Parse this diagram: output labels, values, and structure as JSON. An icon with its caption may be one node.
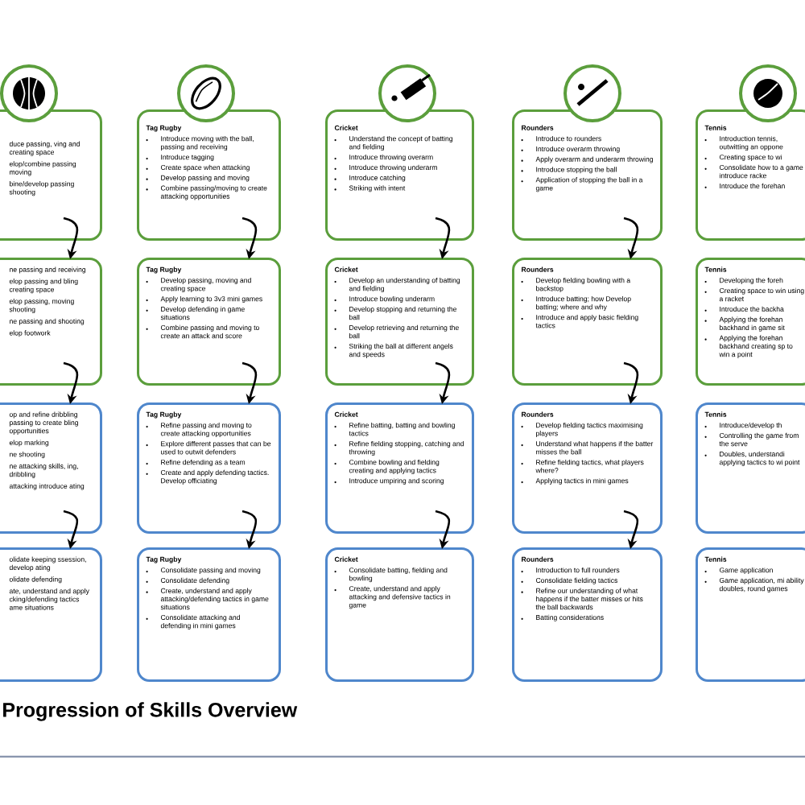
{
  "diagram": {
    "title": "Progression of Skills Overview",
    "nodes": [
      {
        "text": [
          "duce passing, ving and creating space",
          "elop/combine passing moving",
          "bine/develop passing shooting"
        ]
      },
      {
        "text": [
          "Tag Rugby",
          "Introduce moving with the ball, passing and receiving",
          "Introduce tagging",
          "Create space when attacking",
          "Develop passing and moving",
          "Combine passing/moving to create attacking opportunities"
        ]
      },
      {
        "text": [
          "Cricket",
          "Understand the concept of batting and fielding",
          "Introduce throwing overarm",
          "Introduce throwing underarm",
          "Introduce catching",
          "Striking with intent"
        ]
      },
      {
        "text": [
          "Rounders",
          "Introduce to rounders",
          "Introduce overarm throwing",
          "Apply overarm and underarm throwing",
          "Introduce stopping the ball",
          "Application of stopping the ball in a game"
        ]
      },
      {
        "text": [
          "Tennis",
          "Introduction tennis, outwitting an oppone",
          "Creating space to wi",
          "Consolidate how to a game introduce racke",
          "Introduce the forehan"
        ]
      },
      {
        "text": [
          "ne passing and receiving",
          "elop passing and bling creating space",
          "elop passing, moving shooting",
          "ne passing and shooting",
          "elop footwork"
        ]
      },
      {
        "text": [
          "Tag Rugby",
          "Develop passing, moving and creating space",
          "Apply learning to 3v3 mini games",
          "Develop defending in game situations",
          "Combine passing and moving to create an attack and score"
        ]
      },
      {
        "text": [
          "Cricket",
          "Develop an understanding of batting and fielding",
          "Introduce bowling underarm",
          "Develop stopping and returning the ball",
          "Develop retrieving and returning the ball",
          "Striking the ball at different angels and speeds"
        ]
      },
      {
        "text": [
          "Rounders",
          "Develop fielding bowling with a backstop",
          "Introduce batting; how Develop batting; where and why",
          "Introduce and apply basic fielding tactics"
        ]
      },
      {
        "text": [
          "Tennis",
          "Developing the foreh",
          "Creating space to win using a racket",
          "Introduce the backha",
          "Applying the forehan backhand in game sit",
          "Applying the forehan backhand creating sp to win a point"
        ]
      },
      {
        "text": [
          "op and refine dribbling passing to create bling opportunities",
          "elop marking",
          "ne shooting",
          "ne attacking skills, ing, dribbling",
          "attacking introduce ating"
        ]
      },
      {
        "text": [
          "Tag Rugby",
          "Refine passing and moving to create attacking opportunities",
          "Explore different passes that can be used to outwit defenders",
          "Refine defending as a team",
          "Create and apply defending tactics. Develop officiating"
        ]
      },
      {
        "text": [
          "Cricket",
          "Refine batting, batting and bowling tactics",
          "Refine fielding stopping, catching and throwing",
          "Combine bowling and fielding creating and applying tactics",
          "Introduce umpiring and scoring"
        ]
      },
      {
        "text": [
          "Rounders",
          "Develop fielding tactics maximising players",
          "Understand what happens if the batter misses the ball",
          "Refine fielding tactics, what players where?",
          "Applying tactics in mini games"
        ]
      },
      {
        "text": [
          "Tennis",
          "Introduce/develop th",
          "Controlling the game from the serve",
          "Doubles, understandi applying tactics to wi point"
        ]
      },
      {
        "text": [
          "olidate keeping ssession, develop ating",
          "olidate defending",
          "ate, understand and apply cking/defending tactics ame situations"
        ]
      },
      {
        "text": [
          "Tag Rugby",
          "Consolidate passing and moving",
          "Consolidate defending",
          "Create, understand and apply attacking/defending tactics in game situations",
          "Consolidate attacking and defending in mini games"
        ]
      },
      {
        "text": [
          "Cricket",
          "Consolidate batting, fielding and bowling",
          "Create, understand and apply attacking and defensive tactics in game"
        ]
      },
      {
        "text": [
          "Rounders",
          "Introduction to full rounders",
          "Consolidate fielding tactics",
          "Refine our understanding of what happens if the batter misses or hits the ball backwards",
          "Batting considerations"
        ]
      },
      {
        "text": [
          "Tennis",
          "Game application",
          "Game application, mi ability doubles, round games"
        ]
      }
    ],
    "edges": [
      {
        "from": 0,
        "to": 5,
        "arrow": "to"
      },
      {
        "from": 1,
        "to": 6,
        "arrow": "to"
      },
      {
        "from": 2,
        "to": 7,
        "arrow": "to"
      },
      {
        "from": 3,
        "to": 8,
        "arrow": "to"
      },
      {
        "from": 5,
        "to": 10,
        "arrow": "to"
      },
      {
        "from": 6,
        "to": 11,
        "arrow": "to"
      },
      {
        "from": 7,
        "to": 12,
        "arrow": "to"
      },
      {
        "from": 8,
        "to": 13,
        "arrow": "to"
      },
      {
        "from": 10,
        "to": 15,
        "arrow": "to"
      },
      {
        "from": 11,
        "to": 16,
        "arrow": "to"
      },
      {
        "from": 12,
        "to": 17,
        "arrow": "to"
      },
      {
        "from": 13,
        "to": 18,
        "arrow": "to"
      }
    ]
  }
}
